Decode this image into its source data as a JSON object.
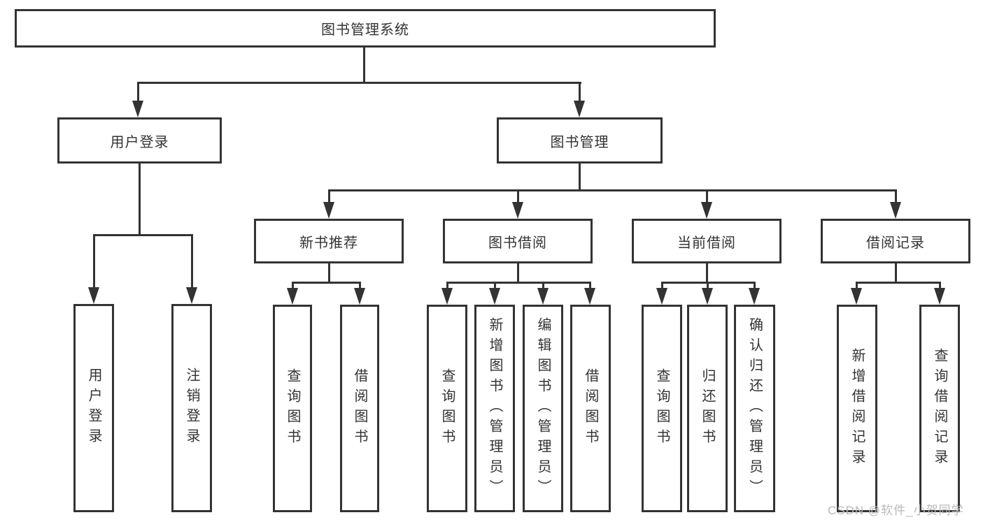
{
  "colors": {
    "line": "#333333",
    "box_border": "#333333",
    "box_background": "#ffffff",
    "text": "#333333",
    "watermark_text": "#b9b9b9"
  },
  "diagram": {
    "root": {
      "label": "图书管理系统"
    },
    "level2": [
      {
        "label": "用户登录"
      },
      {
        "label": "图书管理"
      }
    ],
    "level3": [
      {
        "label": "新书推荐"
      },
      {
        "label": "图书借阅"
      },
      {
        "label": "当前借阅"
      },
      {
        "label": "借阅记录"
      }
    ],
    "leaves": {
      "login": [
        {
          "label": "用户登录"
        },
        {
          "label": "注销登录"
        }
      ],
      "recommend": [
        {
          "label": "查询图书"
        },
        {
          "label": "借阅图书"
        }
      ],
      "borrow": [
        {
          "label": "查询图书"
        },
        {
          "label": "新增图书（管理员）"
        },
        {
          "label": "编辑图书（管理员）"
        },
        {
          "label": "借阅图书"
        }
      ],
      "current": [
        {
          "label": "查询图书"
        },
        {
          "label": "归还图书"
        },
        {
          "label": "确认归还（管理员）"
        }
      ],
      "records": [
        {
          "label": "新增借阅记录"
        },
        {
          "label": "查询借阅记录"
        }
      ]
    }
  },
  "watermark": {
    "text": "CSDN @软件_小贺同学"
  }
}
